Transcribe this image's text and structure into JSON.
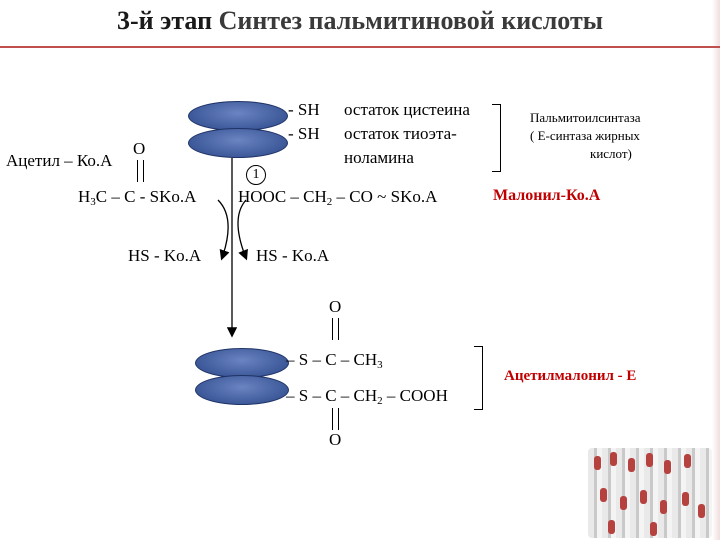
{
  "title": {
    "part1": "3-й этап",
    "part2": "Синтез пальмитиновой кислоты"
  },
  "left": {
    "acetyl_label": "Ацетил – Ко.А",
    "o_top": "O",
    "acetyl_formula_h": "H",
    "acetyl_formula_sub": "3",
    "acetyl_formula_rest": "C – C - SKo.A",
    "hs_left": "HS - Ko.A"
  },
  "top": {
    "sh1": "- SH",
    "sh2": "- SH",
    "cys": "остаток цистеина",
    "thio1": "остаток тиоэта-",
    "thio2": "ноламина",
    "circle_num": "1",
    "malonyl_pre": "HOOC – CH",
    "malonyl_sub": "2",
    "malonyl_post": " – CO ~ SKo.A",
    "hs_right": "HS - Ko.A",
    "enzyme_label1": "Пальмитоилсинтаза",
    "enzyme_label2": "( Е-синтаза жирных",
    "enzyme_label3": "кислот)",
    "malonyl_label": "Малонил-Ко.А"
  },
  "bottom": {
    "o_top": "O",
    "row1_pre": "– S – C – CH",
    "row1_sub": "3",
    "row2_pre": "– S – C – CH",
    "row2_sub": "2",
    "row2_post": " – COOH",
    "o_bottom": "O",
    "product_label": "Ацетилмалонил - Е"
  },
  "colors": {
    "title_rule": "#c0504d",
    "red_text": "#c00000",
    "enzyme": "#4a64a8"
  }
}
